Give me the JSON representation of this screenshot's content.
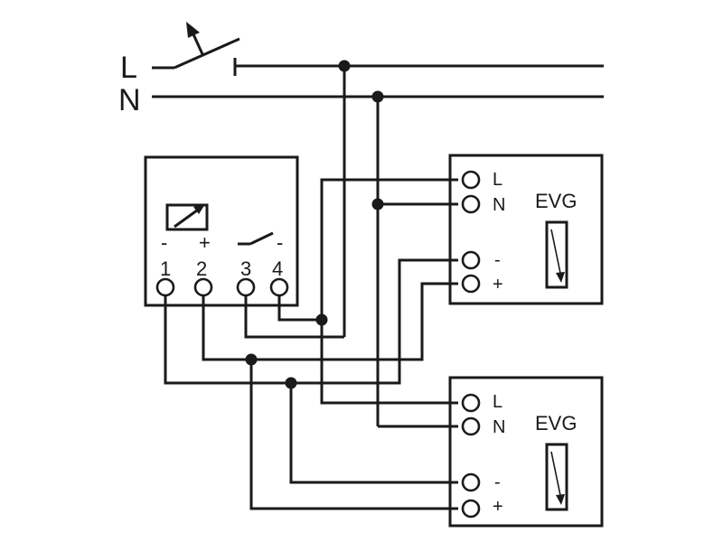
{
  "supply": {
    "line_label": "L",
    "neutral_label": "N"
  },
  "control_unit": {
    "terminal_labels": [
      "1",
      "2",
      "3",
      "4"
    ],
    "polarity_minus": "-",
    "polarity_plus": "+",
    "contact_minus": "-"
  },
  "ballasts": [
    {
      "title": "EVG",
      "l_label": "L",
      "n_label": "N",
      "minus_label": "-",
      "plus_label": "+"
    },
    {
      "title": "EVG",
      "l_label": "L",
      "n_label": "N",
      "minus_label": "-",
      "plus_label": "+"
    }
  ],
  "colors": {
    "ink": "#1a1a1a",
    "background": "#ffffff"
  }
}
